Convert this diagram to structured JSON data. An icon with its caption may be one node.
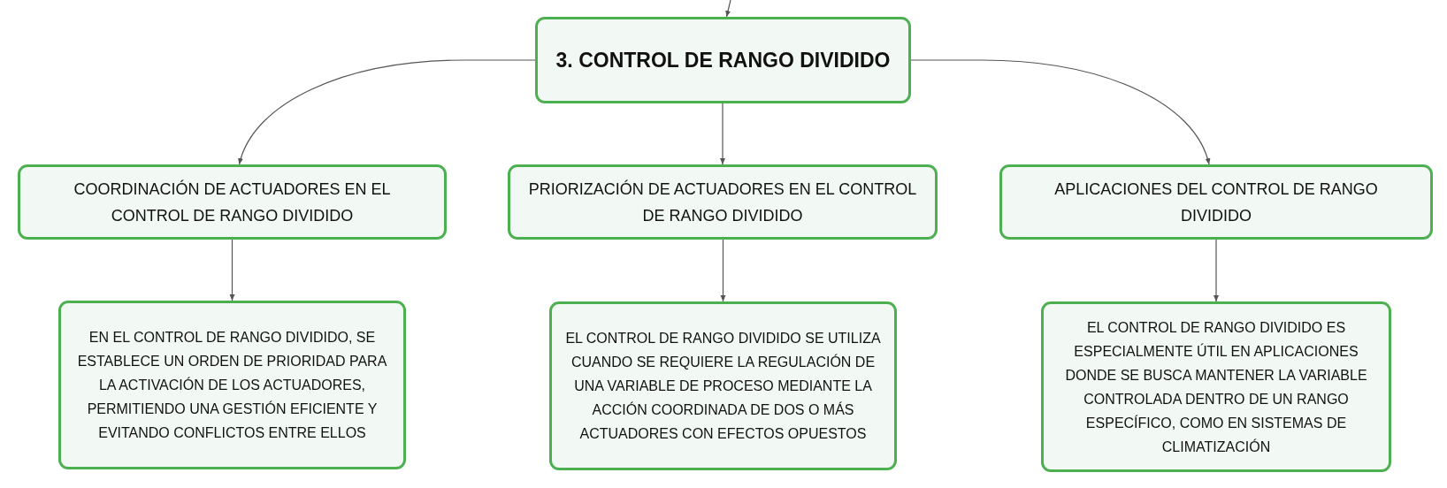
{
  "diagram": {
    "nodes": [
      {
        "text": [
          "3. CONTROL DE RANGO DIVIDIDO"
        ]
      },
      {
        "text": [
          "COORDINACIÓN DE ACTUADORES EN EL CONTROL DE RANGO DIVIDIDO"
        ]
      },
      {
        "text": [
          "PRIORIZACIÓN DE ACTUADORES EN EL CONTROL DE RANGO DIVIDIDO"
        ]
      },
      {
        "text": [
          "APLICACIONES DEL CONTROL DE RANGO DIVIDIDO"
        ]
      },
      {
        "text": [
          "EN EL CONTROL DE RANGO DIVIDIDO, SE ESTABLECE UN ORDEN DE PRIORIDAD PARA LA ACTIVACIÓN DE LOS ACTUADORES, PERMITIENDO UNA GESTIÓN EFICIENTE Y EVITANDO CONFLICTOS ENTRE ELLOS"
        ]
      },
      {
        "text": [
          "EL CONTROL DE RANGO DIVIDIDO SE UTILIZA CUANDO SE REQUIERE LA REGULACIÓN DE UNA VARIABLE DE PROCESO MEDIANTE LA ACCIÓN COORDINADA DE DOS O MÁS ACTUADORES CON EFECTOS OPUESTOS"
        ]
      },
      {
        "text": [
          "EL CONTROL DE RANGO DIVIDIDO ES ESPECIALMENTE ÚTIL EN APLICACIONES DONDE SE BUSCA MANTENER LA VARIABLE CONTROLADA DENTRO DE UN RANGO ESPECÍFICO, COMO EN SISTEMAS DE CLIMATIZACIÓN"
        ]
      }
    ],
    "edges": [
      {
        "from": null,
        "to": 0,
        "arrow": "to"
      },
      {
        "from": 0,
        "to": 1,
        "arrow": "to"
      },
      {
        "from": 0,
        "to": 2,
        "arrow": "to"
      },
      {
        "from": 0,
        "to": 3,
        "arrow": "to"
      },
      {
        "from": 1,
        "to": 4,
        "arrow": "to"
      },
      {
        "from": 2,
        "to": 5,
        "arrow": "to"
      },
      {
        "from": 3,
        "to": 6,
        "arrow": "to"
      }
    ]
  }
}
